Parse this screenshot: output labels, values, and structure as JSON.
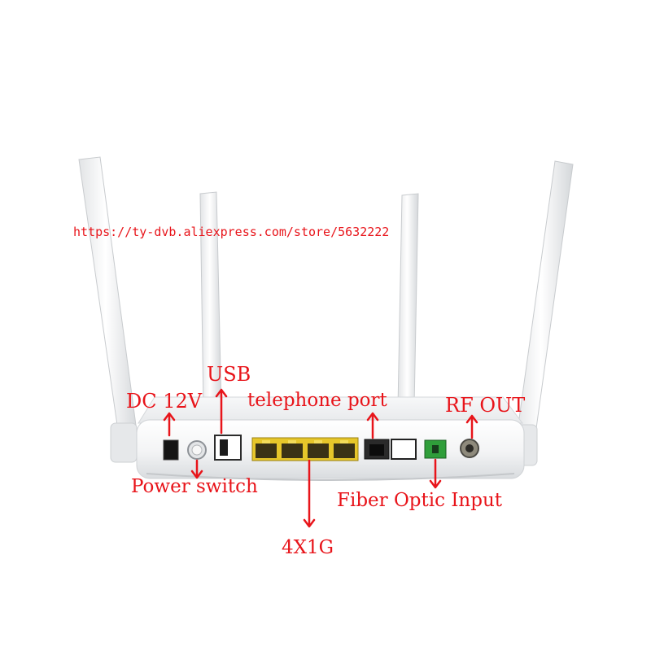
{
  "watermark_url": "https://ty-dvb.aliexpress.com/store/5632222",
  "labels": {
    "dc": "DC 12V",
    "usb": "USB",
    "telephone": "telephone port",
    "rf": "RF OUT",
    "power": "Power switch",
    "fiber": "Fiber Optic Input",
    "lan": "4X1G"
  },
  "colors": {
    "label": "#e8141a",
    "device_body": "#f4f5f6",
    "lan_ports": "#e6c62a",
    "fiber_port": "#2f9e3a"
  }
}
